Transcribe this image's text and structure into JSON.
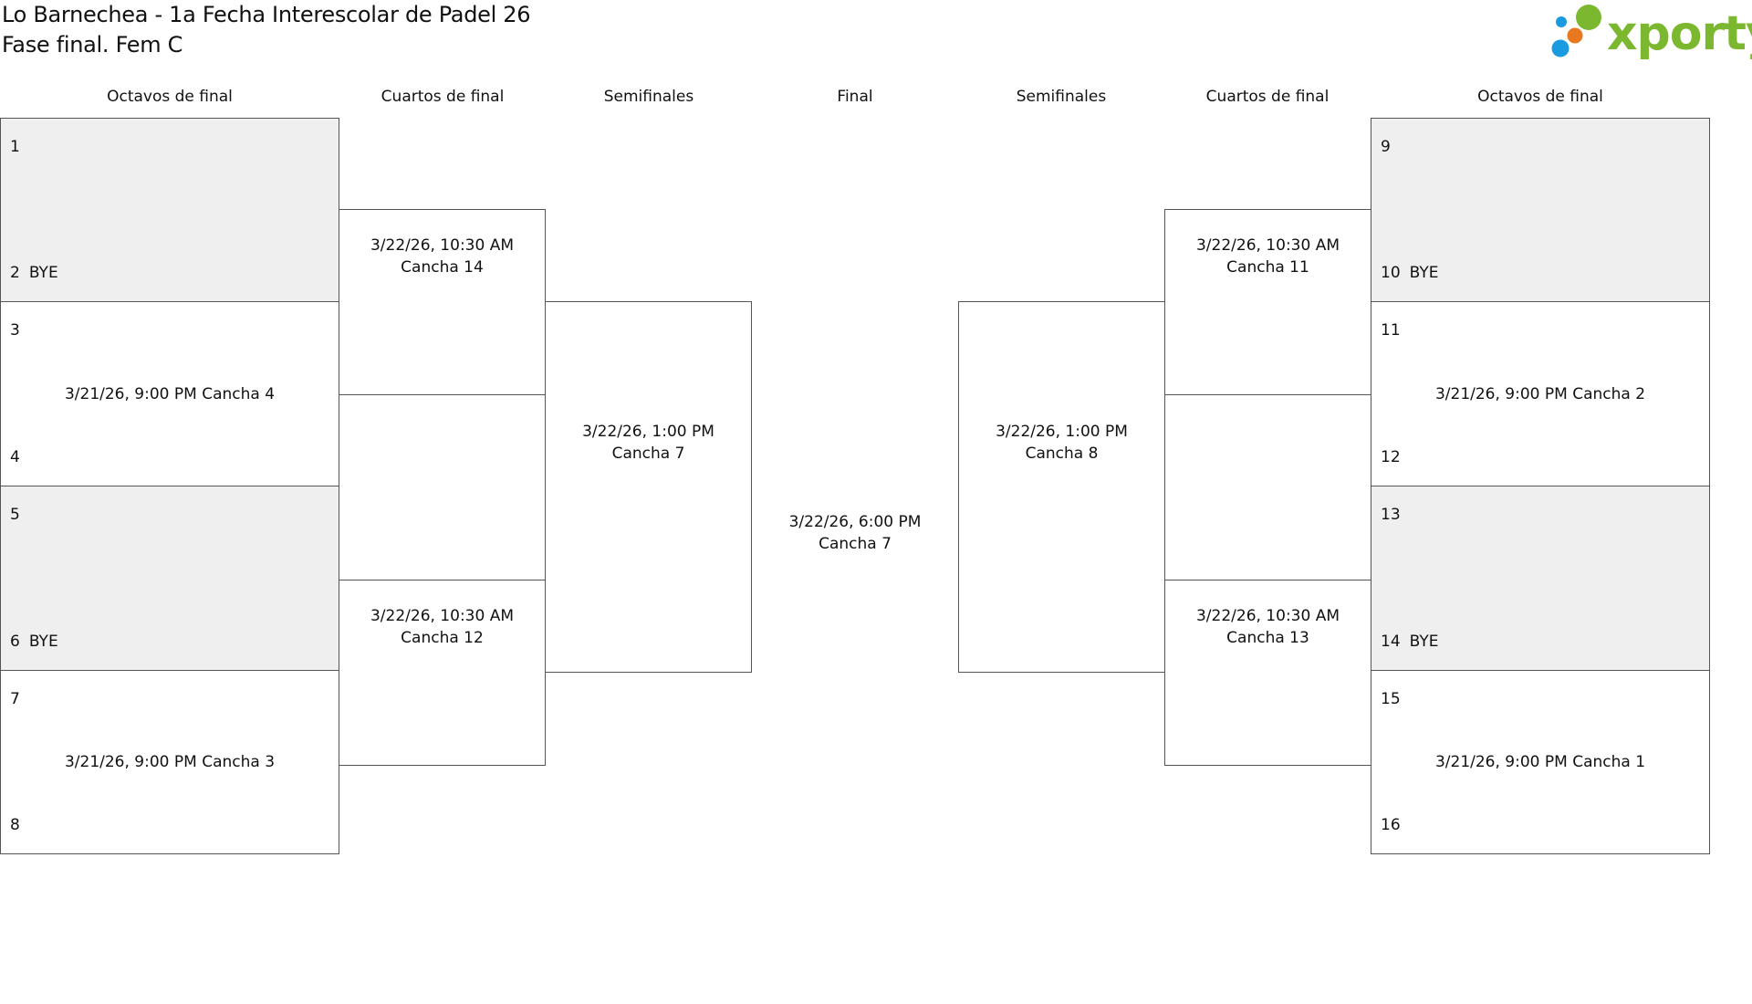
{
  "header": {
    "title": "Lo Barnechea - 1a Fecha Interescolar de Padel 26",
    "subtitle": "Fase final. Fem C",
    "logo_text": "xporty",
    "logo_colors": {
      "green": "#7cb82f",
      "orange": "#e8771e",
      "blue": "#1a9be0"
    }
  },
  "columns": {
    "left_r16": "Octavos de final",
    "left_qf": "Cuartos de final",
    "left_sf": "Semifinales",
    "final": "Final",
    "right_sf": "Semifinales",
    "right_qf": "Cuartos de final",
    "right_r16": "Octavos de final"
  },
  "r16": [
    {
      "top_seed": "1",
      "bottom_seed": "2",
      "bottom_label": "BYE",
      "info": "",
      "bye": true
    },
    {
      "top_seed": "3",
      "bottom_seed": "4",
      "bottom_label": "",
      "info": "3/21/26, 9:00 PM Cancha 4",
      "bye": false
    },
    {
      "top_seed": "5",
      "bottom_seed": "6",
      "bottom_label": "BYE",
      "info": "",
      "bye": true
    },
    {
      "top_seed": "7",
      "bottom_seed": "8",
      "bottom_label": "",
      "info": "3/21/26, 9:00 PM Cancha 3",
      "bye": false
    },
    {
      "top_seed": "9",
      "bottom_seed": "10",
      "bottom_label": "BYE",
      "info": "",
      "bye": true
    },
    {
      "top_seed": "11",
      "bottom_seed": "12",
      "bottom_label": "",
      "info": "3/21/26, 9:00 PM Cancha 2",
      "bye": false
    },
    {
      "top_seed": "13",
      "bottom_seed": "14",
      "bottom_label": "BYE",
      "info": "",
      "bye": true
    },
    {
      "top_seed": "15",
      "bottom_seed": "16",
      "bottom_label": "",
      "info": "3/21/26, 9:00 PM Cancha 1",
      "bye": false
    }
  ],
  "qf": [
    {
      "date": "3/22/26, 10:30 AM",
      "court": "Cancha 14"
    },
    {
      "date": "3/22/26, 10:30 AM",
      "court": "Cancha 12"
    },
    {
      "date": "3/22/26, 10:30 AM",
      "court": "Cancha 11"
    },
    {
      "date": "3/22/26, 10:30 AM",
      "court": "Cancha 13"
    }
  ],
  "sf": [
    {
      "date": "3/22/26, 1:00 PM",
      "court": "Cancha 7"
    },
    {
      "date": "3/22/26, 1:00 PM",
      "court": "Cancha 8"
    }
  ],
  "final": {
    "date": "3/22/26, 6:00 PM",
    "court": "Cancha 7"
  }
}
